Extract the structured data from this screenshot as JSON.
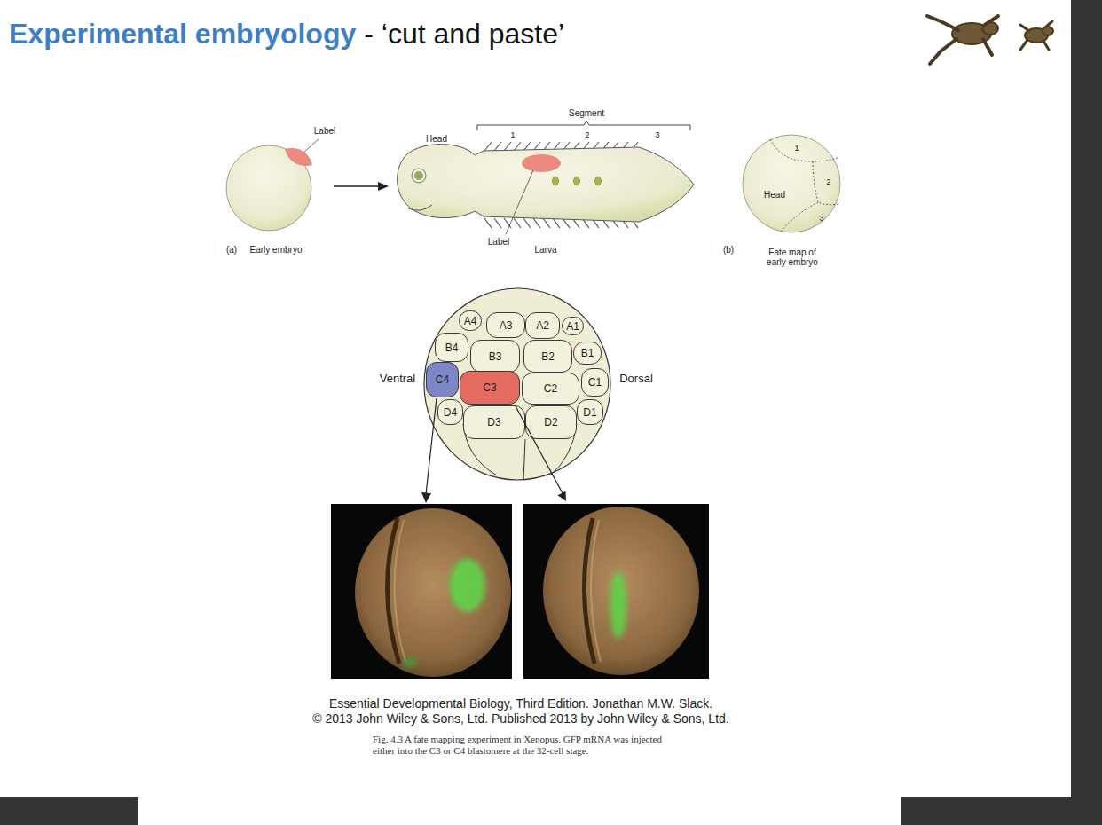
{
  "diagram": {
    "title": "Experimental embryology",
    "caption": "Fig. 4.3 A fate mapping experiment in Xenopus. GFP mRNA was injected either into the C3 or C4 blastomere at the 32-cell stage.",
    "nodes": [
      {
        "text": [
          "A4"
        ]
      },
      {
        "text": [
          "A3"
        ]
      },
      {
        "text": [
          "A2"
        ]
      },
      {
        "text": [
          "A1"
        ]
      },
      {
        "text": [
          "B4"
        ]
      },
      {
        "text": [
          "B3"
        ]
      },
      {
        "text": [
          "B2"
        ]
      },
      {
        "text": [
          "B1"
        ]
      },
      {
        "text": [
          "C4"
        ]
      },
      {
        "text": [
          "C3"
        ]
      },
      {
        "text": [
          "C2"
        ]
      },
      {
        "text": [
          "C1"
        ]
      },
      {
        "text": [
          "D4"
        ]
      },
      {
        "text": [
          "D3"
        ]
      },
      {
        "text": [
          "D2"
        ]
      },
      {
        "text": [
          "D1"
        ]
      }
    ],
    "labels": [
      "- ‘cut and paste’",
      "Label",
      "Head",
      "Segment",
      "1",
      "2",
      "3",
      "Label",
      "Larva",
      "(a)",
      "Early embryo",
      "(b)",
      "Fate map of early embryo",
      "1",
      "2",
      "Head",
      "3",
      "Ventral",
      "Dorsal",
      "Essential Developmental Biology, Third Edition. Jonathan M.W. Slack.",
      "© 2013 John Wiley & Sons, Ltd. Published 2013 by John Wiley & Sons, Ltd."
    ]
  }
}
